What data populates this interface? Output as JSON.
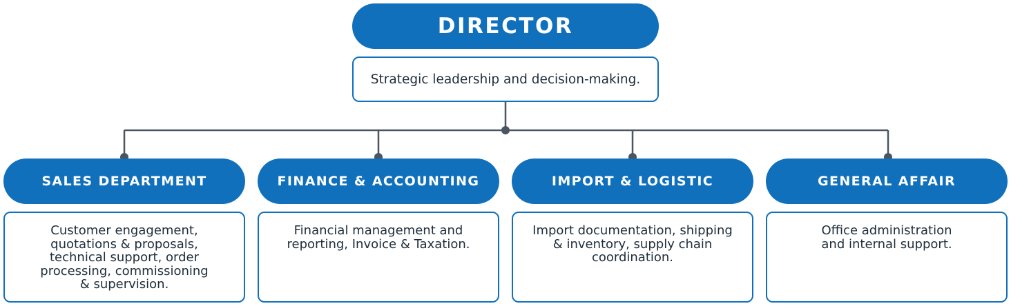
{
  "director": {
    "title": "DIRECTOR",
    "description": "Strategic leadership and decision-making."
  },
  "departments": [
    {
      "title": "SALES DEPARTMENT",
      "description": "Customer engagement,\nquotations & proposals,\ntechnical support, order\nprocessing, commissioning\n& supervision."
    },
    {
      "title": "FINANCE & ACCOUNTING",
      "description": "Financial management and\nreporting, Invoice & Taxation."
    },
    {
      "title": "IMPORT & LOGISTIC",
      "description": "Import documentation, shipping\n& inventory, supply chain\ncoordination."
    },
    {
      "title": "GENERAL AFFAIR",
      "description": "Office administration\nand internal support."
    }
  ],
  "colors": {
    "accent": "#1070bc",
    "connector": "#4a5560",
    "text": "#1e2d3a"
  }
}
